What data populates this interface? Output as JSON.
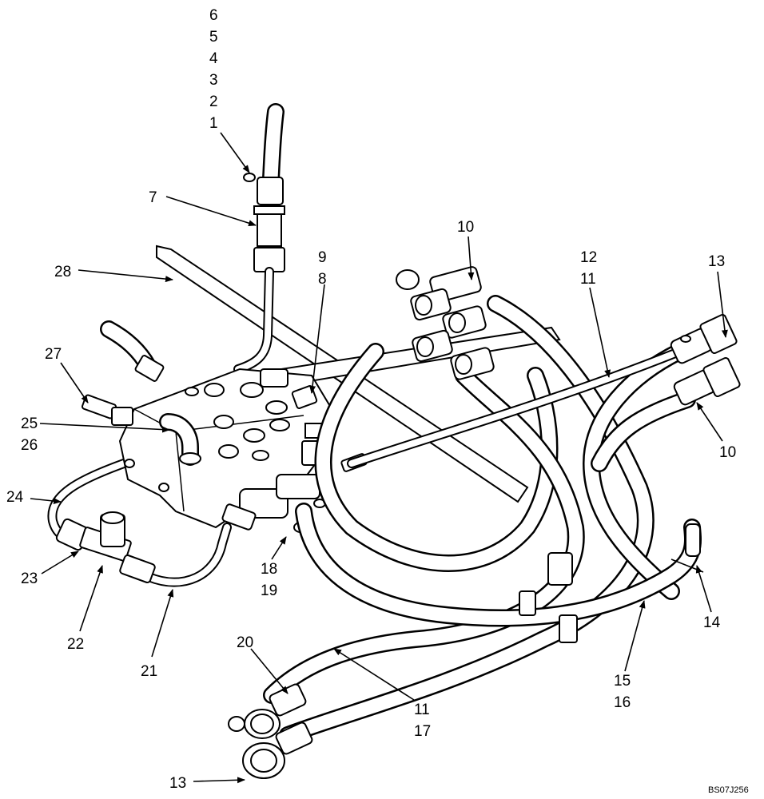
{
  "callouts": {
    "c6": "6",
    "c5": "5",
    "c4": "4",
    "c3": "3",
    "c2": "2",
    "c1": "1",
    "c7": "7",
    "c28": "28",
    "c9": "9",
    "c8": "8",
    "c10_top": "10",
    "c12": "12",
    "c11_top": "11",
    "c13_right": "13",
    "c27": "27",
    "c25": "25",
    "c26": "26",
    "c10_right": "10",
    "c24": "24",
    "c18": "18",
    "c19": "19",
    "c14": "14",
    "c23": "23",
    "c22": "22",
    "c21": "21",
    "c20": "20",
    "c15": "15",
    "c16": "16",
    "c11_bottom": "11",
    "c17": "17",
    "c13_bottom": "13"
  },
  "drawing_code": "BS07J256"
}
